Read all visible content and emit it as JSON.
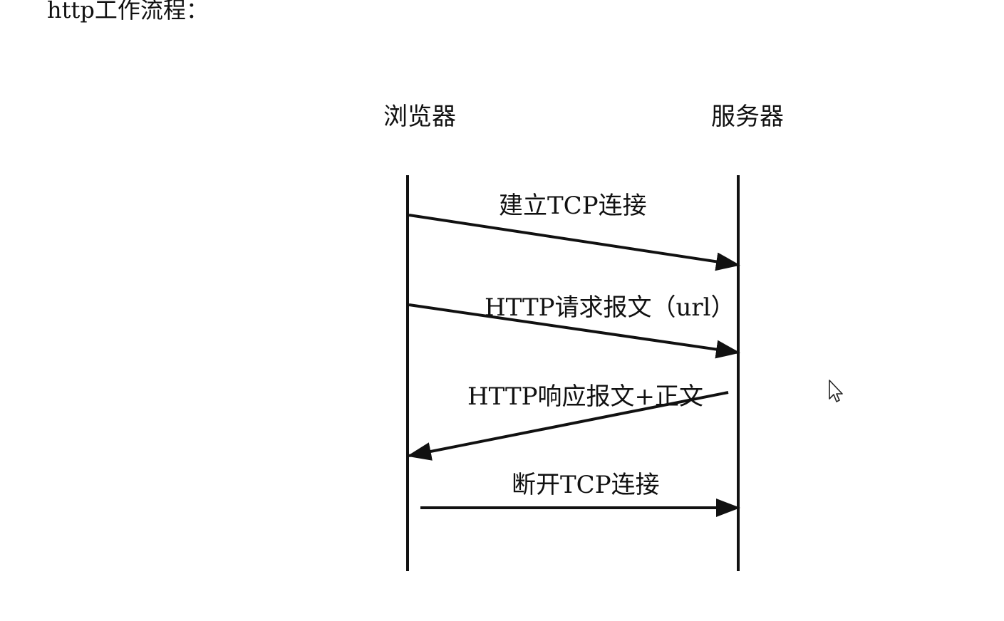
{
  "page": {
    "heading": "http工作流程："
  },
  "diagram": {
    "participants": [
      "浏览器",
      "服务器"
    ],
    "messages": [
      {
        "label": "建立TCP连接",
        "from": "浏览器",
        "to": "服务器"
      },
      {
        "label": "HTTP请求报文（url）",
        "from": "浏览器",
        "to": "服务器"
      },
      {
        "label": "HTTP响应报文+正文",
        "from": "服务器",
        "to": "浏览器"
      },
      {
        "label": "断开TCP连接",
        "from": "浏览器",
        "to": "服务器"
      }
    ]
  },
  "icons": {
    "cursor": "mouse-pointer-icon"
  }
}
